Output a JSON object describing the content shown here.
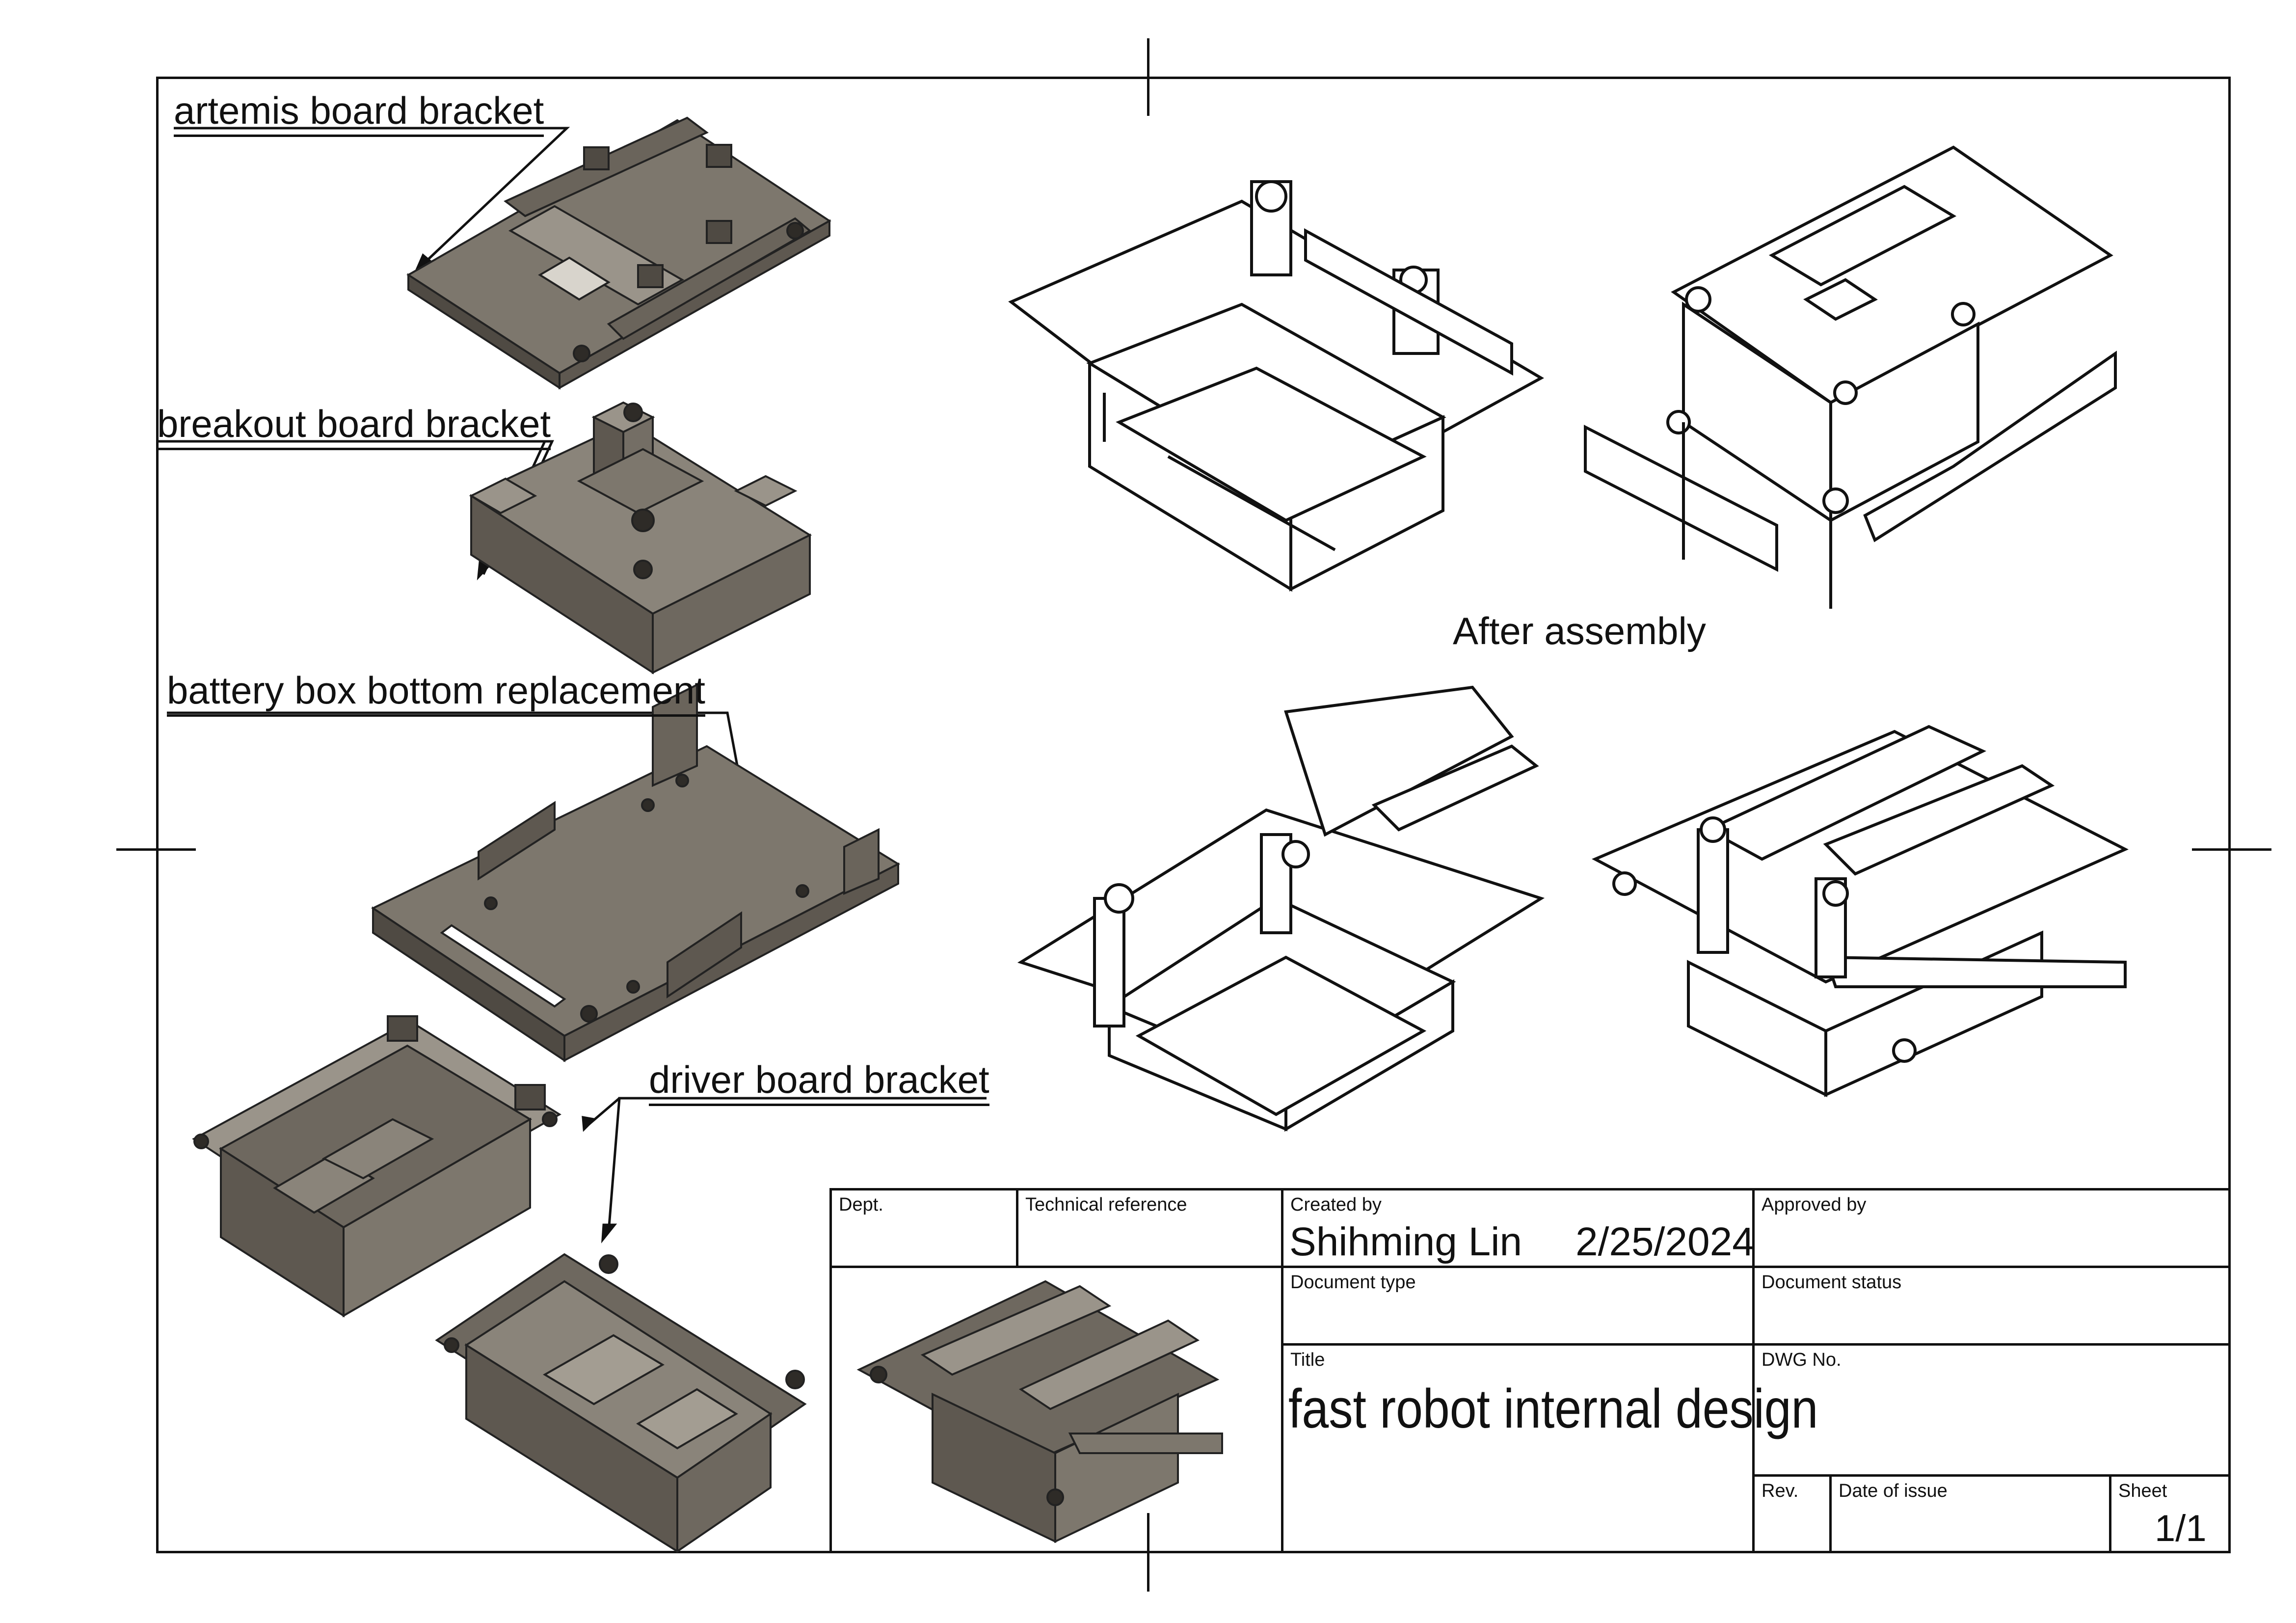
{
  "labels": {
    "artemis": "artemis board bracket",
    "breakout": "breakout board bracket",
    "battery": "battery box bottom replacement",
    "driver": "driver board bracket",
    "assembly": "After assembly"
  },
  "title_block": {
    "dept_label": "Dept.",
    "tech_ref_label": "Technical reference",
    "created_by_label": "Created by",
    "created_by_value": "Shihming Lin",
    "created_date": "2/25/2024",
    "approved_by_label": "Approved by",
    "document_type_label": "Document type",
    "document_status_label": "Document status",
    "title_label": "Title",
    "title_value": "fast robot internal design",
    "dwg_no_label": "DWG No.",
    "rev_label": "Rev.",
    "date_of_issue_label": "Date of issue",
    "sheet_label": "Sheet",
    "sheet_value": "1/1"
  },
  "colors": {
    "part_fill": "#7d776d",
    "part_dark": "#4f4a43",
    "part_light": "#a39d92",
    "line": "#111111"
  }
}
